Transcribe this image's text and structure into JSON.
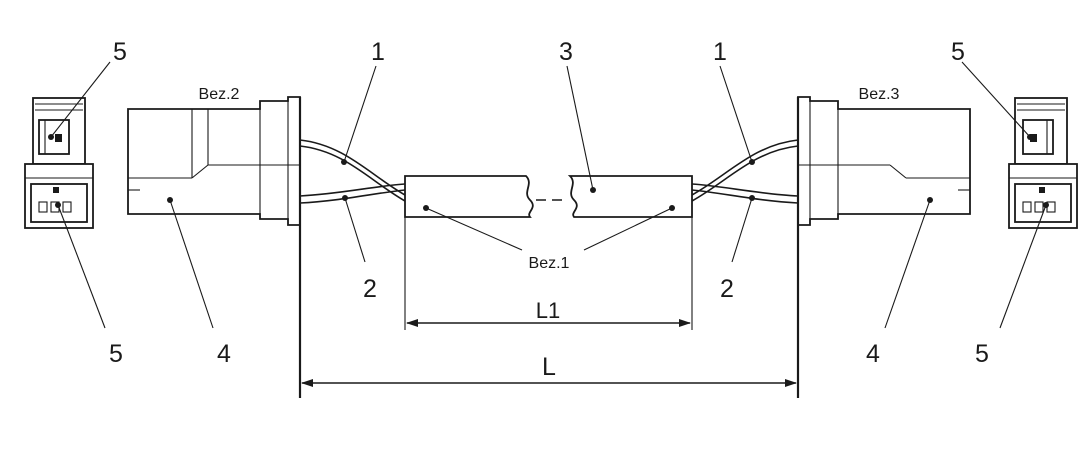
{
  "callouts": {
    "n1_left": "1",
    "n1_right": "1",
    "n2_left": "2",
    "n2_right": "2",
    "n3": "3",
    "n4_left": "4",
    "n4_right": "4",
    "n5_top_left": "5",
    "n5_top_right": "5",
    "n5_bottom_left": "5",
    "n5_bottom_right": "5"
  },
  "labels": {
    "bez1": "Bez.1",
    "bez2": "Bez.2",
    "bez3": "Bez.3"
  },
  "dimensions": {
    "l1": "L1",
    "l": "L"
  }
}
